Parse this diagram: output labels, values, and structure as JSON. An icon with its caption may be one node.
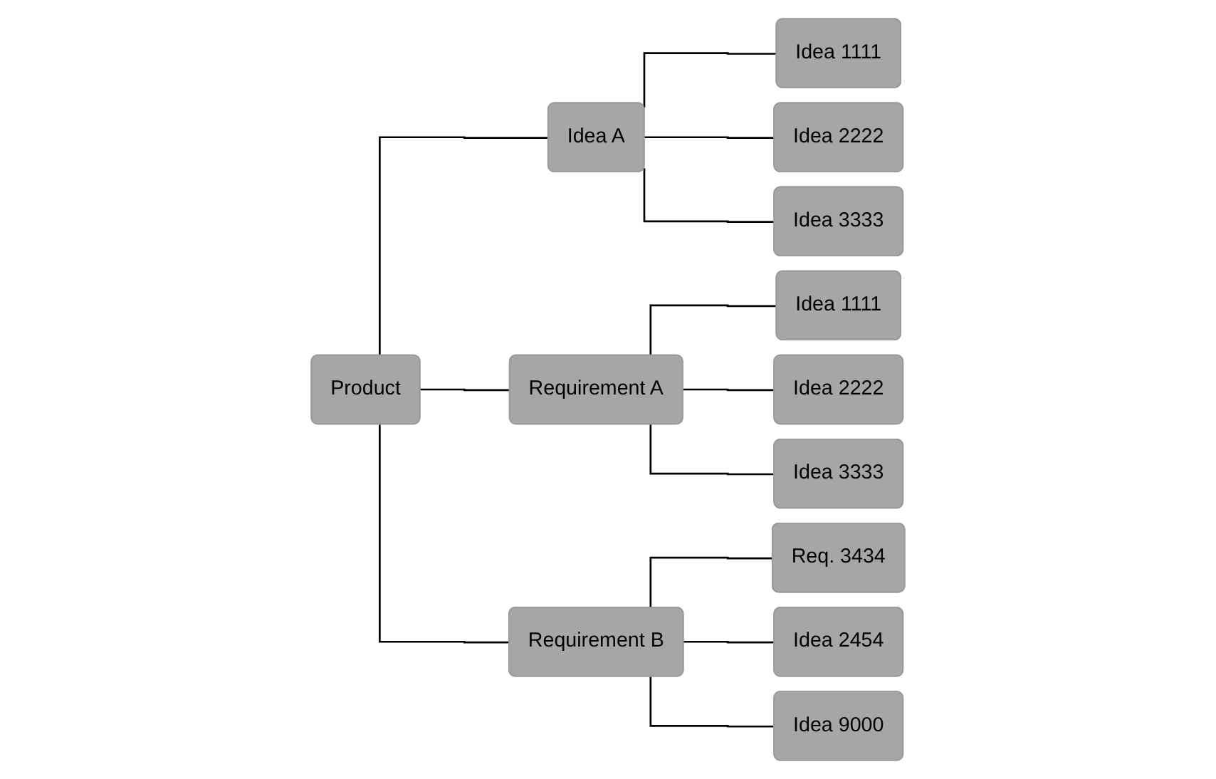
{
  "diagram": {
    "nodes": [
      {
        "text": [
          "Product"
        ]
      },
      {
        "text": [
          "Idea A"
        ]
      },
      {
        "text": [
          "Requirement A"
        ]
      },
      {
        "text": [
          "Requirement B"
        ]
      },
      {
        "text": [
          "Idea 1111"
        ]
      },
      {
        "text": [
          "Idea 2222"
        ]
      },
      {
        "text": [
          "Idea 3333"
        ]
      },
      {
        "text": [
          "Idea 1111"
        ]
      },
      {
        "text": [
          "Idea 2222"
        ]
      },
      {
        "text": [
          "Idea 3333"
        ]
      },
      {
        "text": [
          "Req. 3434"
        ]
      },
      {
        "text": [
          "Idea 2454"
        ]
      },
      {
        "text": [
          "Idea 9000"
        ]
      }
    ],
    "edges": [
      {
        "from": 0,
        "to": 1,
        "arrow": "none"
      },
      {
        "from": 0,
        "to": 2,
        "arrow": "none"
      },
      {
        "from": 0,
        "to": 3,
        "arrow": "none"
      },
      {
        "from": 1,
        "to": 4,
        "arrow": "none"
      },
      {
        "from": 1,
        "to": 5,
        "arrow": "none"
      },
      {
        "from": 1,
        "to": 6,
        "arrow": "none"
      },
      {
        "from": 2,
        "to": 7,
        "arrow": "none"
      },
      {
        "from": 2,
        "to": 8,
        "arrow": "none"
      },
      {
        "from": 2,
        "to": 9,
        "arrow": "none"
      },
      {
        "from": 3,
        "to": 10,
        "arrow": "none"
      },
      {
        "from": 3,
        "to": 11,
        "arrow": "none"
      },
      {
        "from": 3,
        "to": 12,
        "arrow": "none"
      }
    ]
  }
}
